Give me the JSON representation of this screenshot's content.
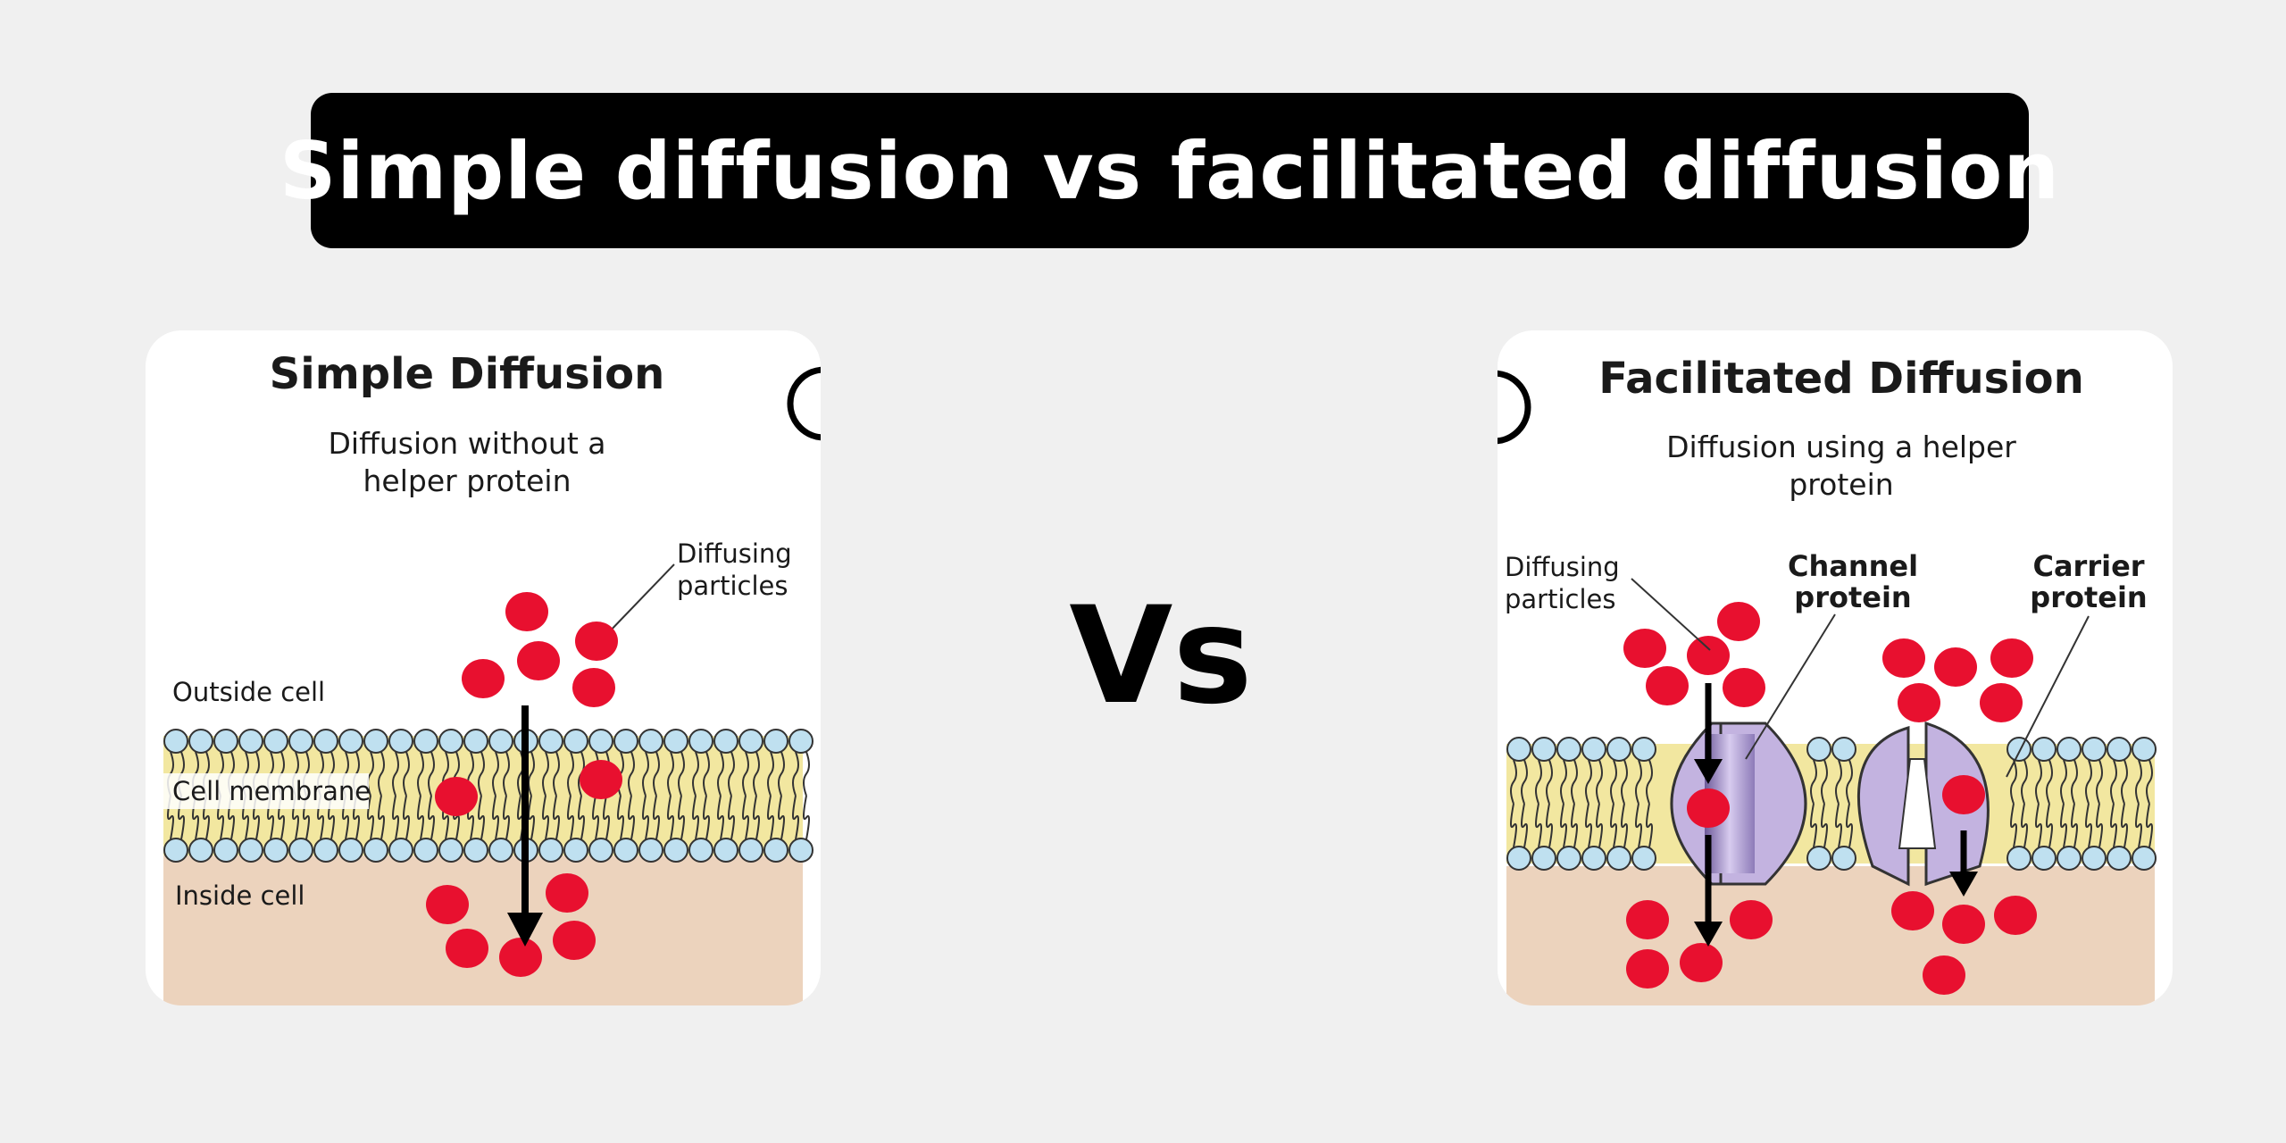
{
  "title": "Simple diffusion vs facilitated diffusion",
  "vs": "Vs",
  "simple": {
    "title": "Simple Diffusion",
    "subtitle_line1": "Diffusion without a",
    "subtitle_line2": "helper protein",
    "label_particles_line1": "Diffusing",
    "label_particles_line2": "particles",
    "label_outside": "Outside cell",
    "label_membrane": "Cell membrane",
    "label_inside": "Inside cell"
  },
  "facilitated": {
    "title": "Facilitated Diffusion",
    "subtitle_line1": "Diffusion using a helper",
    "subtitle_line2": "protein",
    "label_particles_line1": "Diffusing",
    "label_particles_line2": "particles",
    "label_channel_line1": "Channel",
    "label_channel_line2": "protein",
    "label_carrier_line1": "Carrier",
    "label_carrier_line2": "protein"
  },
  "colors": {
    "particle": "#e8102f",
    "inside_cell": "#ecd3bd",
    "lipid_head": "#bfe0f0",
    "lipid_tail": "#f2e7a0",
    "protein": "#c3b3e0"
  }
}
